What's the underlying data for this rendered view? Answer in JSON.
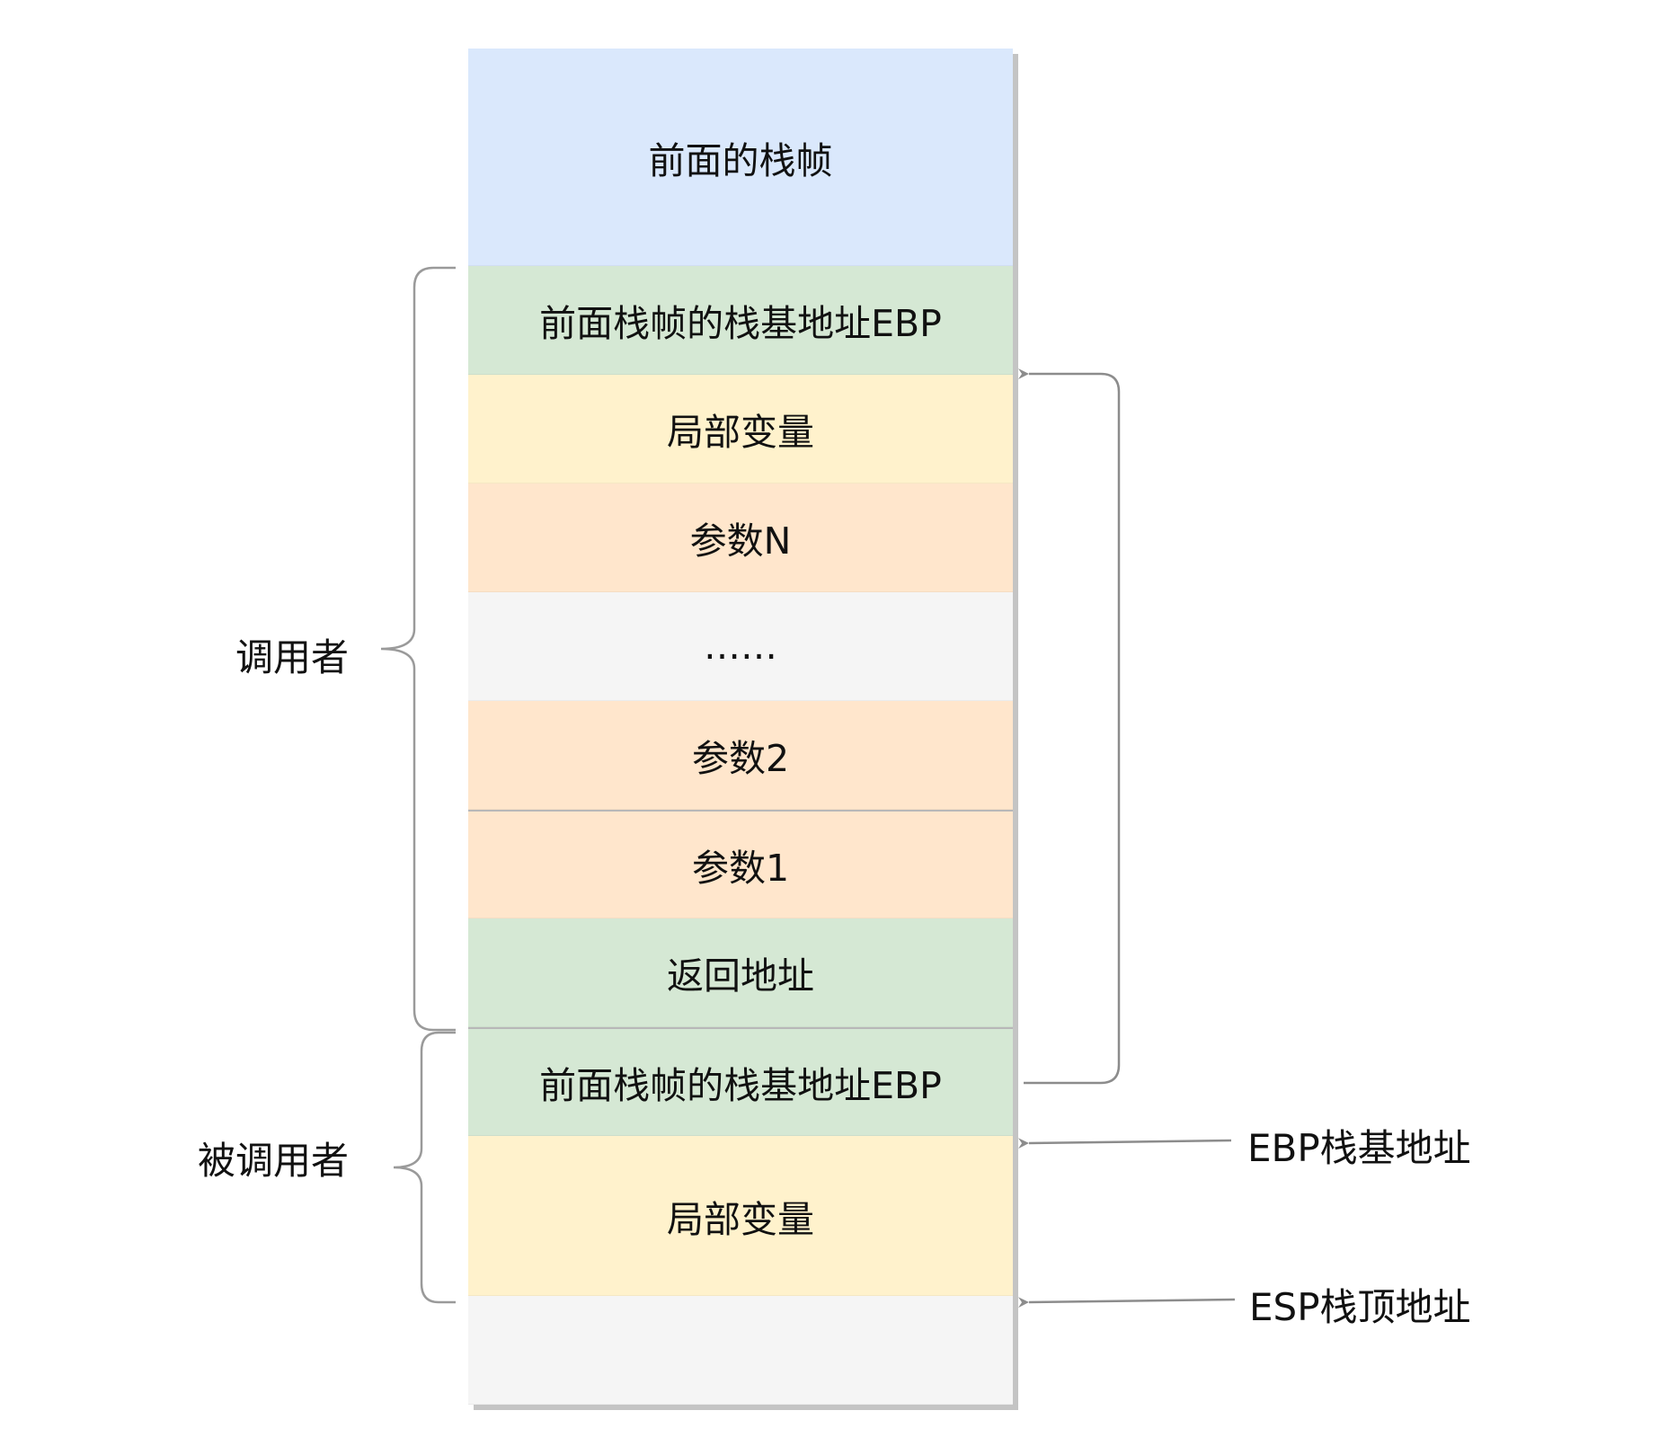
{
  "stack": {
    "blocks": [
      {
        "label": "前面的栈帧",
        "color": "#dae8fc"
      },
      {
        "label": "前面栈帧的栈基地址EBP",
        "color": "#d5e8d4"
      },
      {
        "label": "局部变量",
        "color": "#fff2cc"
      },
      {
        "label": "参数N",
        "color": "#ffe6cc"
      },
      {
        "label": "……",
        "color": "#f5f5f5"
      },
      {
        "label": "参数2",
        "color": "#ffe6cc"
      },
      {
        "label": "参数1",
        "color": "#ffe6cc"
      },
      {
        "label": "返回地址",
        "color": "#d5e8d4"
      },
      {
        "label": "前面栈帧的栈基地址EBP",
        "color": "#d5e8d4"
      },
      {
        "label": "局部变量",
        "color": "#fff2cc"
      },
      {
        "label": "",
        "color": "#f5f5f5"
      }
    ]
  },
  "groups": {
    "caller": "调用者",
    "callee": "被调用者"
  },
  "pointers": {
    "ebp": "EBP栈基地址",
    "esp": "ESP栈顶地址"
  },
  "colors": {
    "connector": "#8c8c8c",
    "brace": "#9a9a9a"
  }
}
